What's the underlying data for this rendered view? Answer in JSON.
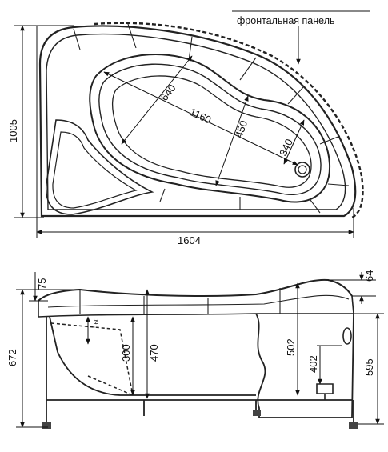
{
  "top_view": {
    "label_front_panel": "фронтальная панель",
    "dim_depth": "1005",
    "dim_width": "1604",
    "dim_640": "640",
    "dim_1160": "1160",
    "dim_450": "450",
    "dim_340": "340"
  },
  "side_view": {
    "dim_75": "75",
    "dim_64": "64",
    "dim_160": "160",
    "dim_300": "300",
    "dim_470": "470",
    "dim_502": "502",
    "dim_402": "402",
    "dim_672": "672",
    "dim_595": "595"
  }
}
